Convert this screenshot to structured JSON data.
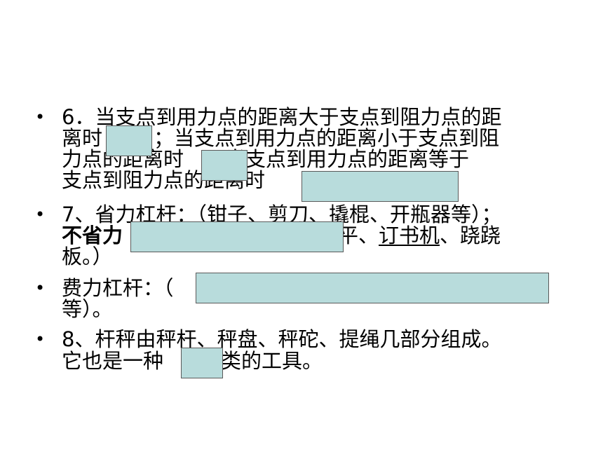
{
  "bullet_symbol": "•",
  "items": {
    "item6": {
      "line1": "6．当支点到用力点的距离大于支点到阻力点的距",
      "line2a": "离时",
      "line2b": "；当支点到用力点的距离小于支点到阻",
      "line3a": "力点的距离时",
      "line3b": "；当支点到用力点的距离等于",
      "line4a": "支点到阻力点的距离时",
      "line4b": "。"
    },
    "item7": {
      "line1": "7、省力杠杆：（钳子、剪刀、撬棍、开瓶器等）；",
      "line2_bold": "不省力",
      "line2_rest": "平、",
      "line2_underlined": "订书机",
      "line2_end": "、跷跷",
      "line3": "板。）"
    },
    "item_fei": {
      "line1a": "费力杠杆：（",
      "line2": "等）。"
    },
    "item8": {
      "line1": "8、杆秤由秤杆、秤盘、秤砣、提绳几部分组成。",
      "line2a": "它也是一种",
      "line2b": "类的工具。"
    }
  },
  "answer_box_color": "#b8dcdc"
}
